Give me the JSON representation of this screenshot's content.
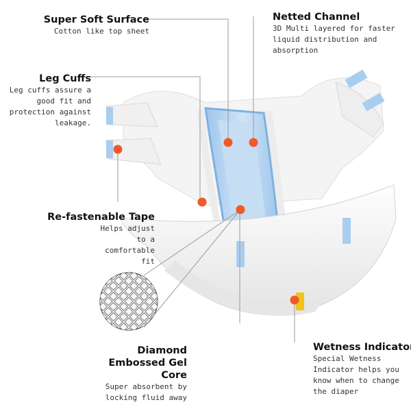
{
  "callouts": {
    "super_soft_surface": {
      "title": "Super Soft Surface",
      "desc": "Cotton like top sheet"
    },
    "netted_channel": {
      "title": "Netted Channel",
      "desc": "3D Multi layered for faster liquid distribution and absorption"
    },
    "leg_cuffs": {
      "title": "Leg Cuffs",
      "desc": "Leg cuffs assure a good fit and protection against leakage."
    },
    "refastenable_tape": {
      "title": "Re-fastenable Tape",
      "desc": "Helps adjust to a comfortable fit"
    },
    "diamond_core": {
      "title": "Diamond Embossed Gel Core",
      "desc": "Super absorbent by locking fluid away"
    },
    "wetness_indicator": {
      "title": "Wetness Indicator",
      "desc": "Special Wetness Indicator helps you know when to change the diaper"
    }
  },
  "colors": {
    "marker": "#f05a28",
    "leader_line": "#9a9a9a",
    "channel_blue": "#bcd8f2",
    "tape_blue": "#a9cdef",
    "diaper_white": "#f6f6f6",
    "indicator_yellow": "#f2c319"
  }
}
